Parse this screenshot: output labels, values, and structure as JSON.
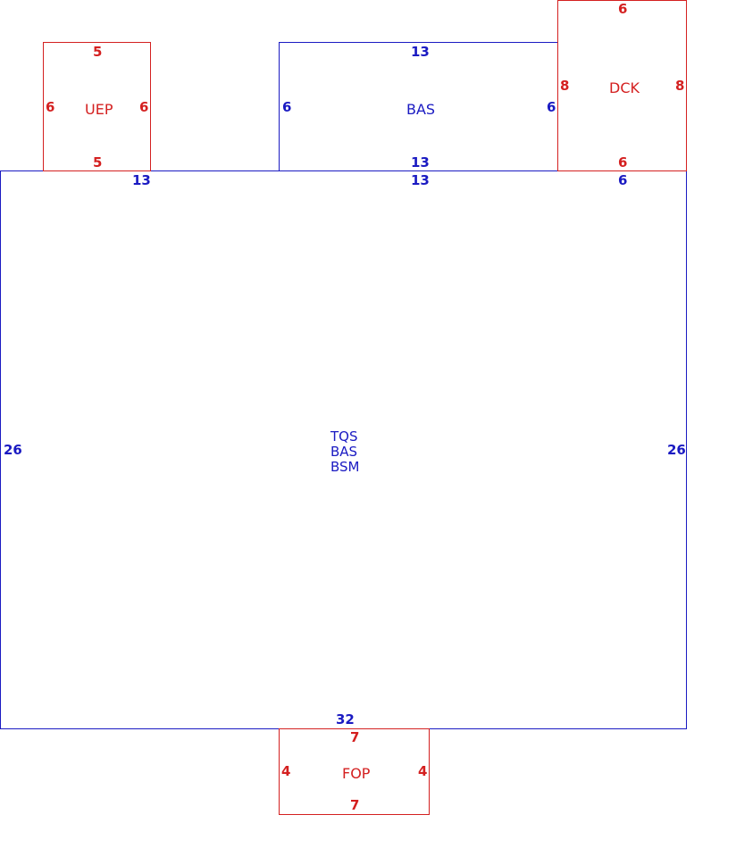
{
  "colors": {
    "main": "#1a1ac2",
    "addition": "#d42020"
  },
  "main": {
    "codes": [
      "TQS",
      "BAS",
      "BSM"
    ],
    "top_left": "13",
    "top_mid": "13",
    "top_right": "6",
    "left": "26",
    "right": "26",
    "bottom": "32"
  },
  "bas_section": {
    "code": "BAS",
    "top": "13",
    "bottom": "13",
    "left": "6",
    "right": "6"
  },
  "uep": {
    "code": "UEP",
    "top": "5",
    "bottom": "5",
    "left": "6",
    "right": "6"
  },
  "dck": {
    "code": "DCK",
    "top": "6",
    "bottom": "6",
    "left": "8",
    "right": "8"
  },
  "fop": {
    "code": "FOP",
    "top": "7",
    "bottom": "7",
    "left": "4",
    "right": "4"
  }
}
